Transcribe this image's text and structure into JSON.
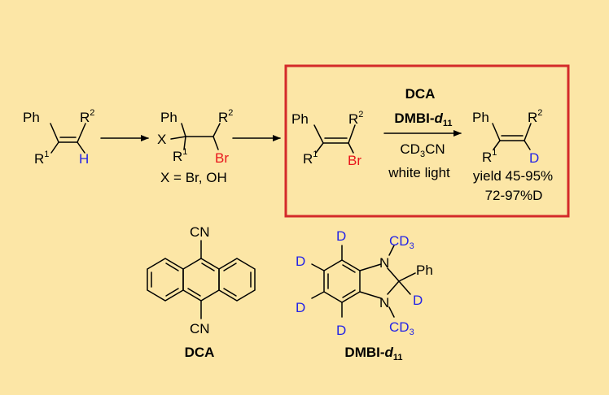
{
  "colors": {
    "background": "#fce6a6",
    "red": "#e8151b",
    "blue": "#2424e6",
    "box": "#d42a2a"
  },
  "scheme": {
    "sm": {
      "ph": "Ph",
      "r2": "R",
      "r2_sup": "2",
      "r1": "R",
      "r1_sup": "1",
      "h": "H"
    },
    "int": {
      "ph": "Ph",
      "x": "X",
      "r2": "R",
      "r2_sup": "2",
      "r1": "R",
      "r1_sup": "1",
      "br": "Br",
      "note": "X = Br, OH"
    },
    "vbr": {
      "ph": "Ph",
      "r2": "R",
      "r2_sup": "2",
      "r1": "R",
      "r1_sup": "1",
      "br": "Br"
    },
    "conditions": {
      "reagent1": "DCA",
      "reagent2_main": "DMBI-",
      "reagent2_italic": "d",
      "reagent2_sub": "11",
      "solvent_a": "CD",
      "solvent_sub": "3",
      "solvent_b": "CN",
      "light": "white light"
    },
    "prod": {
      "ph": "Ph",
      "r2": "R",
      "r2_sup": "2",
      "r1": "R",
      "r1_sup": "1",
      "d": "D",
      "yield": "yield 45-95%",
      "dinc": "72-97%D"
    }
  },
  "dca": {
    "cn_top": "CN",
    "cn_bottom": "CN",
    "label": "DCA"
  },
  "dmbi": {
    "d_top": "D",
    "d_left1": "D",
    "d_left2": "D",
    "d_bottom": "D",
    "d_c2": "D",
    "n_top": "N",
    "n_bottom": "N",
    "cd3_top_a": "CD",
    "cd3_top_sub": "3",
    "cd3_bot_a": "CD",
    "cd3_bot_sub": "3",
    "ph": "Ph",
    "label_main": "DMBI-",
    "label_italic": "d",
    "label_sub": "11"
  }
}
